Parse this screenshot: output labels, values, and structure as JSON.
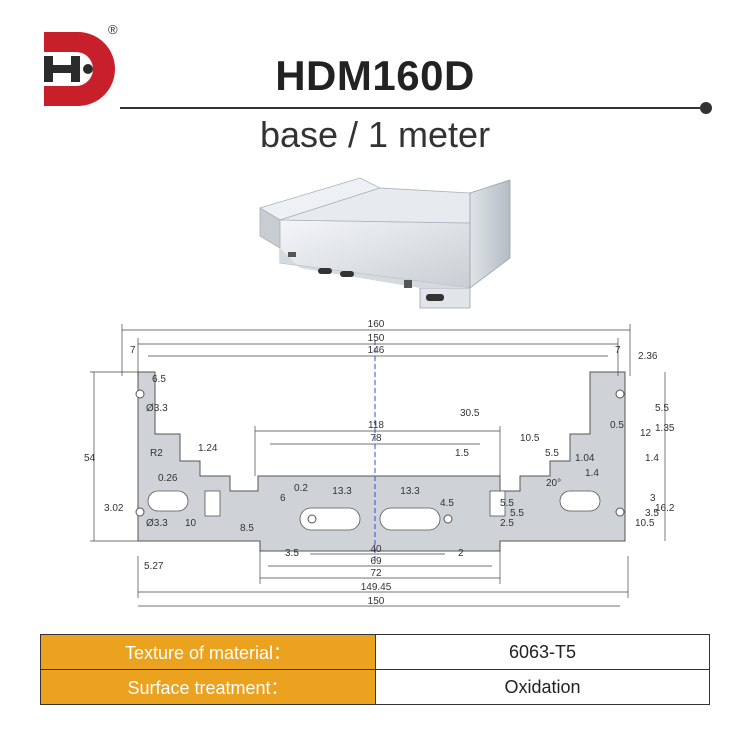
{
  "brand": {
    "logo_letters": "HD",
    "registered_mark": "®",
    "accent_color": "#c8202a",
    "dark_color": "#2b2b2b"
  },
  "header": {
    "title": "HDM160D",
    "subtitle": "base / 1 meter"
  },
  "drawing": {
    "dimensions": {
      "d160": "160",
      "d150_top": "150",
      "d146": "146",
      "d7_left": "7",
      "d7_right": "7",
      "d236": "2.36",
      "d65": "6.5",
      "d33_a": "Ø3.3",
      "d54": "54",
      "d118": "118",
      "d78": "78",
      "d305": "30.5",
      "d105": "10.5",
      "d124": "1.24",
      "dR2": "R2",
      "d026": "0.26",
      "d15": "1.5",
      "d55_top": "5.5",
      "d104": "1.04",
      "d05": "0.5",
      "d12": "12",
      "d55_right": "5.5",
      "d135": "1.35",
      "d14_a": "1.4",
      "d14_b": "1.4",
      "d302": "3.02",
      "d33_b": "Ø3.3",
      "d10": "10",
      "d6": "6",
      "d133_a": "13.3",
      "d133_b": "13.3",
      "d45": "4.5",
      "d255": "2.5",
      "d55_mid": "5.5",
      "d55_mid2": "5.5",
      "d3": "3",
      "d105_right": "10.5",
      "d162": "16.2",
      "d35_right": "3.5",
      "d85": "8.5",
      "d35": "3.5",
      "d40": "40",
      "d2": "2",
      "d69": "69",
      "d72": "72",
      "d527": "5.27",
      "d14945": "149.45",
      "d150_bottom": "150",
      "d20": "20°",
      "d02": "0.2"
    }
  },
  "specs": [
    {
      "label": "Texture of material：",
      "value": "6063-T5"
    },
    {
      "label": "Surface treatment：",
      "value": "Oxidation"
    }
  ]
}
